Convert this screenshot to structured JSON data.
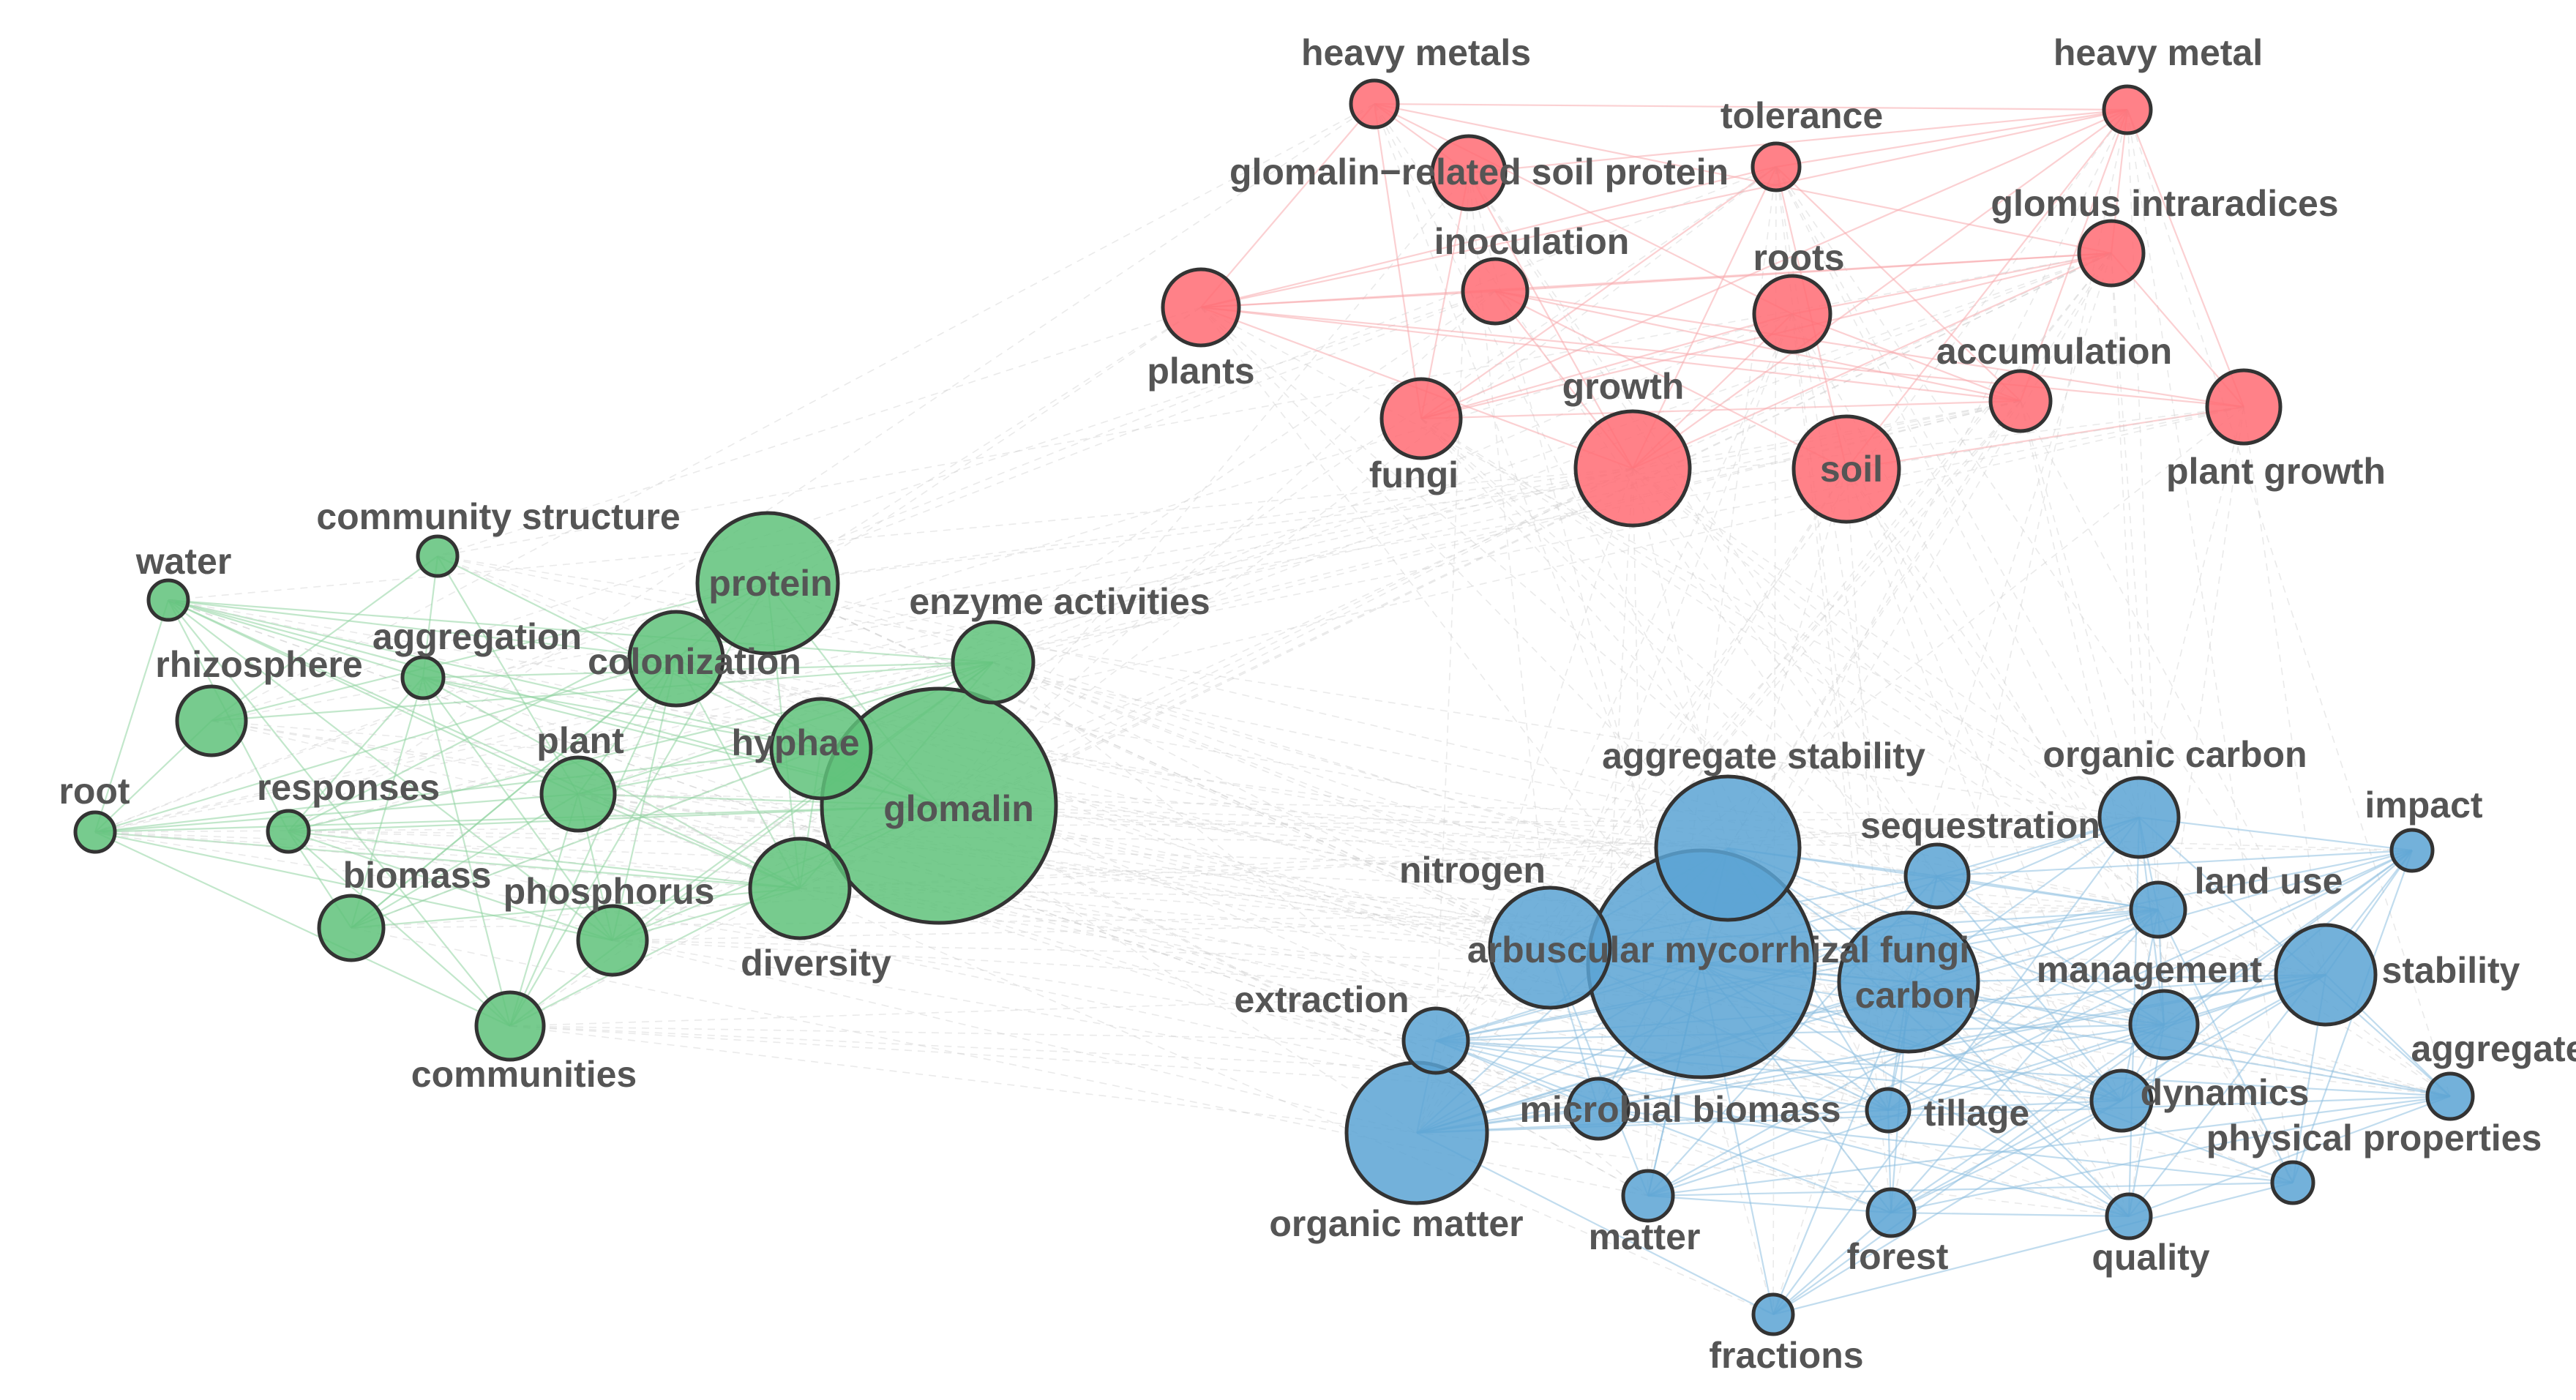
{
  "clusters": {
    "red": {
      "fill": "#ff6b73",
      "edge": "#f7a9ad"
    },
    "green": {
      "fill": "#5fc27a",
      "edge": "#8fd3a0"
    },
    "blue": {
      "fill": "#5ba3d4",
      "edge": "#8ebfe0"
    },
    "inter": {
      "edge": "#d0d0d0"
    }
  },
  "nodes": [
    {
      "id": "heavy_metals",
      "label": "heavy metals",
      "cluster": "red"
    },
    {
      "id": "heavy_metal",
      "label": "heavy metal",
      "cluster": "red"
    },
    {
      "id": "tolerance",
      "label": "tolerance",
      "cluster": "red"
    },
    {
      "id": "grsp",
      "label": "glomalin−related soil protein",
      "cluster": "red"
    },
    {
      "id": "glomus",
      "label": "glomus intraradices",
      "cluster": "red"
    },
    {
      "id": "inoculation",
      "label": "inoculation",
      "cluster": "red"
    },
    {
      "id": "roots",
      "label": "roots",
      "cluster": "red"
    },
    {
      "id": "plants",
      "label": "plants",
      "cluster": "red"
    },
    {
      "id": "accumulation",
      "label": "accumulation",
      "cluster": "red"
    },
    {
      "id": "growth",
      "label": "growth",
      "cluster": "red"
    },
    {
      "id": "fungi",
      "label": "fungi",
      "cluster": "red"
    },
    {
      "id": "soil",
      "label": "soil",
      "cluster": "red"
    },
    {
      "id": "plant_growth",
      "label": "plant growth",
      "cluster": "red"
    },
    {
      "id": "community_structure",
      "label": "community structure",
      "cluster": "green"
    },
    {
      "id": "water",
      "label": "water",
      "cluster": "green"
    },
    {
      "id": "protein",
      "label": "protein",
      "cluster": "green"
    },
    {
      "id": "enzyme",
      "label": "enzyme activities",
      "cluster": "green"
    },
    {
      "id": "aggregation",
      "label": "aggregation",
      "cluster": "green"
    },
    {
      "id": "rhizosphere",
      "label": "rhizosphere",
      "cluster": "green"
    },
    {
      "id": "colonization",
      "label": "colonization",
      "cluster": "green"
    },
    {
      "id": "plant",
      "label": "plant",
      "cluster": "green"
    },
    {
      "id": "hyphae",
      "label": "hyphae",
      "cluster": "green"
    },
    {
      "id": "root",
      "label": "root",
      "cluster": "green"
    },
    {
      "id": "responses",
      "label": "responses",
      "cluster": "green"
    },
    {
      "id": "glomalin",
      "label": "glomalin",
      "cluster": "green"
    },
    {
      "id": "biomass",
      "label": "biomass",
      "cluster": "green"
    },
    {
      "id": "phosphorus",
      "label": "phosphorus",
      "cluster": "green"
    },
    {
      "id": "diversity",
      "label": "diversity",
      "cluster": "green"
    },
    {
      "id": "communities",
      "label": "communities",
      "cluster": "green"
    },
    {
      "id": "aggregate_stability",
      "label": "aggregate stability",
      "cluster": "blue"
    },
    {
      "id": "organic_carbon",
      "label": "organic carbon",
      "cluster": "blue"
    },
    {
      "id": "sequestration",
      "label": "sequestration",
      "cluster": "blue"
    },
    {
      "id": "impact",
      "label": "impact",
      "cluster": "blue"
    },
    {
      "id": "nitrogen",
      "label": "nitrogen",
      "cluster": "blue"
    },
    {
      "id": "land_use",
      "label": "land use",
      "cluster": "blue"
    },
    {
      "id": "amf",
      "label": "arbuscular mycorrhizal fungi",
      "cluster": "blue"
    },
    {
      "id": "carbon",
      "label": "carbon",
      "cluster": "blue"
    },
    {
      "id": "management",
      "label": "management",
      "cluster": "blue"
    },
    {
      "id": "stability",
      "label": "stability",
      "cluster": "blue"
    },
    {
      "id": "extraction",
      "label": "extraction",
      "cluster": "blue"
    },
    {
      "id": "aggregate",
      "label": "aggregate",
      "cluster": "blue"
    },
    {
      "id": "dynamics",
      "label": "dynamics",
      "cluster": "blue"
    },
    {
      "id": "microbial_biomass",
      "label": "microbial biomass",
      "cluster": "blue"
    },
    {
      "id": "tillage",
      "label": "tillage",
      "cluster": "blue"
    },
    {
      "id": "physical_properties",
      "label": "physical properties",
      "cluster": "blue"
    },
    {
      "id": "organic_matter",
      "label": "organic matter",
      "cluster": "blue"
    },
    {
      "id": "matter",
      "label": "matter",
      "cluster": "blue"
    },
    {
      "id": "forest",
      "label": "forest",
      "cluster": "blue"
    },
    {
      "id": "quality",
      "label": "quality",
      "cluster": "blue"
    },
    {
      "id": "fractions",
      "label": "fractions",
      "cluster": "blue"
    }
  ]
}
